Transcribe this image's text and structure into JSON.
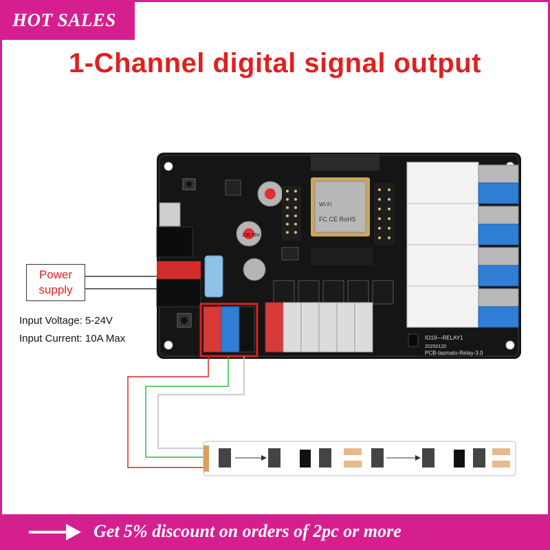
{
  "badge": {
    "label": "HOT SALES"
  },
  "title": "1-Channel digital signal output",
  "power_label": {
    "line1": "Power",
    "line2": "supply"
  },
  "specs": {
    "voltage": "Input Voltage: 5-24V",
    "current": "Input Current: 10A Max"
  },
  "board": {
    "module_line1": "Wi-Fi",
    "module_line2": "FC CE RoHS",
    "silkscreen_model": "PCB-tasmato-Relay-3.0",
    "silkscreen_date": "20250120",
    "silkscreen_relay": "IO19—RELAY1",
    "cap_text": "100 35V"
  },
  "footer": {
    "text": "Get 5% discount on orders of 2pc or more"
  },
  "colors": {
    "accent": "#d61f8f",
    "title": "#e02020",
    "wire_red": "#e02020",
    "wire_green": "#22c040"
  }
}
